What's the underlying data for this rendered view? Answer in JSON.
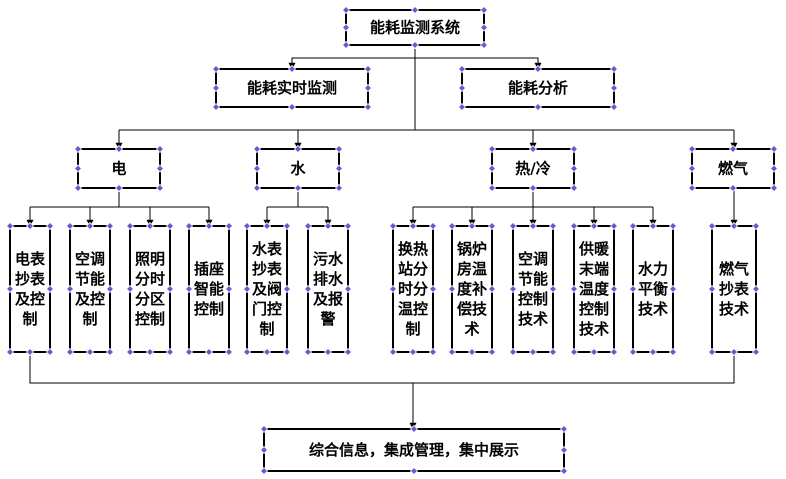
{
  "root": {
    "label": "能耗监测系统"
  },
  "level1": [
    {
      "id": "realtime",
      "label": "能耗实时监测"
    },
    {
      "id": "analysis",
      "label": "能耗分析"
    }
  ],
  "categories": [
    {
      "id": "elec",
      "label": "电"
    },
    {
      "id": "water",
      "label": "水"
    },
    {
      "id": "heat",
      "label": "热/冷"
    },
    {
      "id": "gas",
      "label": "燃气"
    }
  ],
  "leaves": [
    {
      "id": "e1",
      "cat": "elec",
      "lines": [
        "电表",
        "抄表",
        "及控",
        "制"
      ]
    },
    {
      "id": "e2",
      "cat": "elec",
      "lines": [
        "空调",
        "节能",
        "及控",
        "制"
      ]
    },
    {
      "id": "e3",
      "cat": "elec",
      "lines": [
        "照明",
        "分时",
        "分区",
        "控制"
      ]
    },
    {
      "id": "e4",
      "cat": "elec",
      "lines": [
        "插座",
        "智能",
        "控制"
      ]
    },
    {
      "id": "w1",
      "cat": "water",
      "lines": [
        "水表",
        "抄表",
        "及阀",
        "门控",
        "制"
      ]
    },
    {
      "id": "w2",
      "cat": "water",
      "lines": [
        "污水",
        "排水",
        "及报",
        "警"
      ]
    },
    {
      "id": "h1",
      "cat": "heat",
      "lines": [
        "换热",
        "站分",
        "时分",
        "温控",
        "制"
      ]
    },
    {
      "id": "h2",
      "cat": "heat",
      "lines": [
        "锅炉",
        "房温",
        "度补",
        "偿技",
        "术"
      ]
    },
    {
      "id": "h3",
      "cat": "heat",
      "lines": [
        "空调",
        "节能",
        "控制",
        "技术"
      ]
    },
    {
      "id": "h4",
      "cat": "heat",
      "lines": [
        "供暖",
        "末端",
        "温度",
        "控制",
        "技术"
      ]
    },
    {
      "id": "h5",
      "cat": "heat",
      "lines": [
        "水力",
        "平衡",
        "技术"
      ]
    },
    {
      "id": "g1",
      "cat": "gas",
      "lines": [
        "燃气",
        "抄表",
        "技术"
      ]
    }
  ],
  "bottom": {
    "label": "综合信息，集成管理，集中展示"
  }
}
